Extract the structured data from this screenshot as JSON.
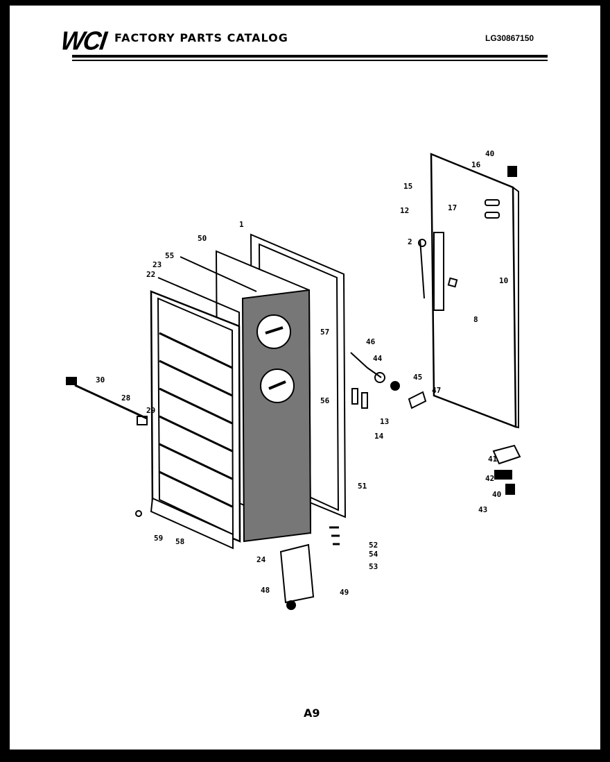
{
  "header": {
    "logo": "WCI",
    "title": "FACTORY PARTS CATALOG",
    "model_number": "LG30867150"
  },
  "callouts": [
    "40",
    "16",
    "17",
    "15",
    "12",
    "2",
    "10",
    "8",
    "1",
    "50",
    "55",
    "23",
    "22",
    "57",
    "46",
    "44",
    "45",
    "47",
    "56",
    "13",
    "14",
    "30",
    "28",
    "29",
    "51",
    "41",
    "42",
    "40",
    "43",
    "52",
    "54",
    "53",
    "59",
    "58",
    "24",
    "48",
    "49"
  ],
  "page_label": "A9"
}
